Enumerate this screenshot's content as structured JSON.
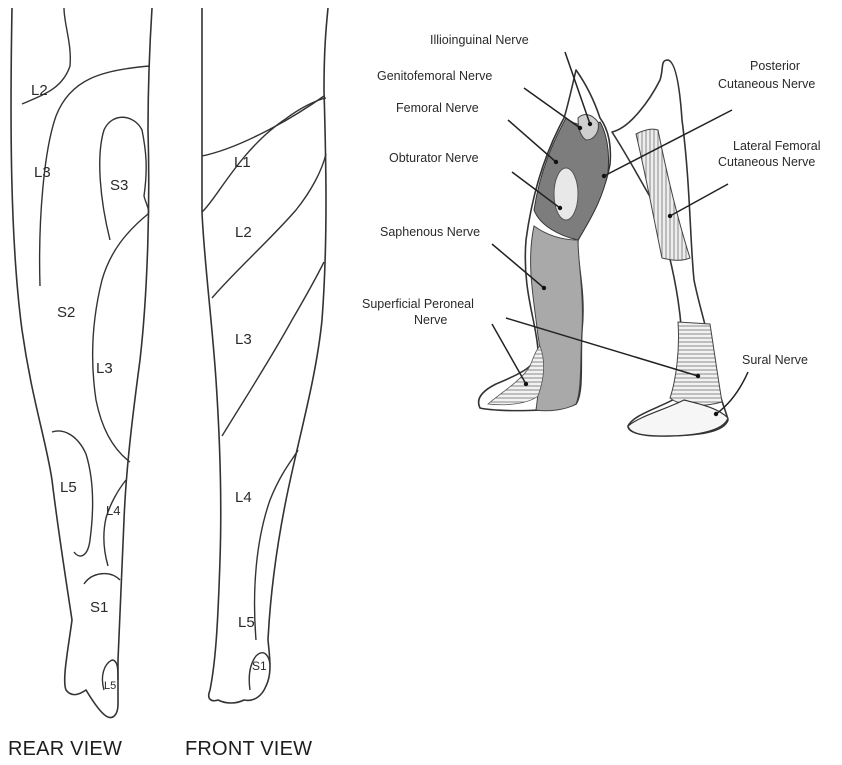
{
  "colors": {
    "femoral": "#7d7d7d",
    "obturator": "#e8e8e8",
    "genitofemoral": "#cfcfcf",
    "saphenous": "#a9a9a9",
    "lateral_femoral_cutaneous": "#c4c4c4",
    "sural": "#cfcfcf",
    "superficial_peroneal": "#b8b8b8"
  },
  "rear": {
    "caption": "REAR VIEW",
    "labels": {
      "l2": "L2",
      "l3a": "L3",
      "s3": "S3",
      "s2": "S2",
      "l3b": "L3",
      "l5": "L5",
      "l4": "L4",
      "s1": "S1",
      "l5b": "L5"
    }
  },
  "front": {
    "caption": "FRONT VIEW",
    "labels": {
      "l1": "L1",
      "l2": "L2",
      "l3": "L3",
      "l4": "L4",
      "l5": "L5",
      "s1": "S1"
    }
  },
  "nerves": {
    "ilioinguinal": "Illioinguinal Nerve",
    "genitofemoral": "Genitofemoral Nerve",
    "femoral": "Femoral Nerve",
    "obturator": "Obturator Nerve",
    "saphenous": "Saphenous Nerve",
    "superficial_peroneal_1": "Superficial Peroneal",
    "superficial_peroneal_2": "Nerve",
    "posterior_cutaneous_1": "Posterior",
    "posterior_cutaneous_2": "Cutaneous Nerve",
    "lateral_femoral_1": "Lateral Femoral",
    "lateral_femoral_2": "Cutaneous Nerve",
    "sural": "Sural Nerve"
  }
}
